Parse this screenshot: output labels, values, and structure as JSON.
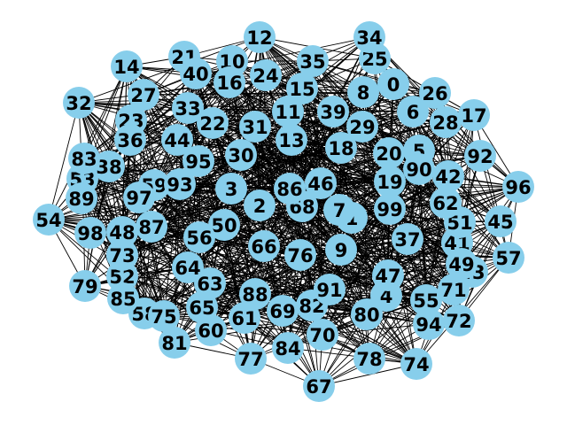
{
  "graph": {
    "node_fill": "#87ceeb",
    "edge_color": "#000000",
    "label_color": "#000000",
    "nodes": [
      "0",
      "1",
      "2",
      "3",
      "4",
      "5",
      "6",
      "7",
      "8",
      "9",
      "10",
      "11",
      "12",
      "13",
      "14",
      "15",
      "16",
      "17",
      "18",
      "19",
      "20",
      "21",
      "22",
      "23",
      "24",
      "25",
      "26",
      "27",
      "28",
      "29",
      "30",
      "31",
      "32",
      "33",
      "34",
      "35",
      "36",
      "37",
      "38",
      "39",
      "40",
      "41",
      "42",
      "43",
      "44",
      "45",
      "46",
      "47",
      "48",
      "49",
      "50",
      "51",
      "52",
      "53",
      "54",
      "55",
      "56",
      "57",
      "58",
      "59",
      "60",
      "61",
      "62",
      "63",
      "64",
      "65",
      "66",
      "67",
      "68",
      "69",
      "70",
      "71",
      "72",
      "73",
      "74",
      "75",
      "76",
      "77",
      "78",
      "79",
      "80",
      "81",
      "82",
      "83",
      "84",
      "85",
      "86",
      "87",
      "88",
      "89",
      "90",
      "91",
      "92",
      "93",
      "94",
      "95",
      "96",
      "97",
      "98",
      "99"
    ]
  }
}
